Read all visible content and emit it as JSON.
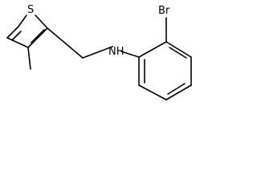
{
  "molecule": {
    "atoms": {
      "sulfur": "S",
      "nitrogen_hydrogen": "NH",
      "bromine": "Br"
    }
  }
}
